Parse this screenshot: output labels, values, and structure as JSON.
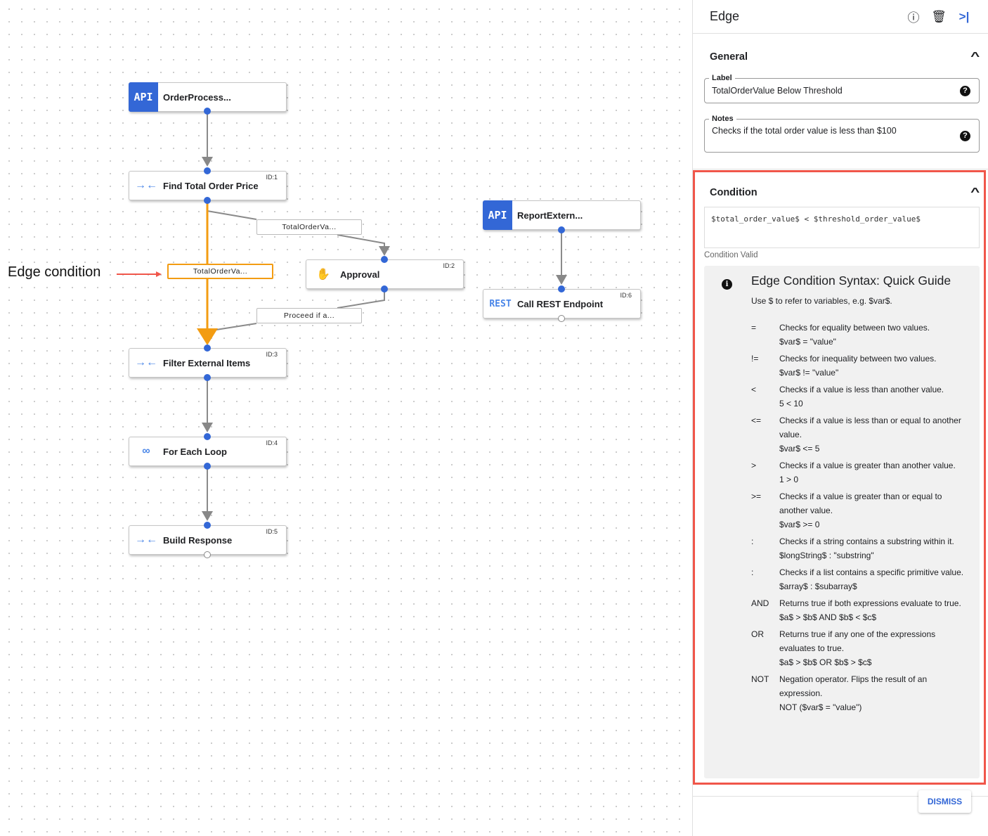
{
  "annotation": "Edge condition",
  "nodes": {
    "order": {
      "badge": "API",
      "title": "OrderProcess..."
    },
    "find": {
      "title": "Find Total Order Price",
      "id": "ID:1"
    },
    "approval": {
      "title": "Approval",
      "id": "ID:2"
    },
    "filter": {
      "title": "Filter External Items",
      "id": "ID:3"
    },
    "loop": {
      "title": "For Each Loop",
      "id": "ID:4"
    },
    "build": {
      "title": "Build Response",
      "id": "ID:5"
    },
    "report": {
      "badge": "API",
      "title": "ReportExtern..."
    },
    "rest": {
      "badge": "REST",
      "title": "Call REST Endpoint",
      "id": "ID:6"
    }
  },
  "edge_labels": {
    "to_approval": "TotalOrderVa...",
    "selected": "TotalOrderVa...",
    "proceed": "Proceed if a..."
  },
  "colors": {
    "accent": "#3367d6",
    "selected_edge": "#f39c12",
    "highlight": "#f0564a"
  },
  "panel": {
    "title": "Edge",
    "general": {
      "heading": "General",
      "label_legend": "Label",
      "label_value": "TotalOrderValue Below Threshold",
      "notes_legend": "Notes",
      "notes_value": "Checks if the total order value is less than $100"
    },
    "condition": {
      "heading": "Condition",
      "expression": "$total_order_value$ < $threshold_order_value$",
      "status": "Condition Valid"
    },
    "guide": {
      "title": "Edge Condition Syntax: Quick Guide",
      "intro": "Use $ to refer to variables, e.g. $var$.",
      "rows": [
        {
          "op": "=",
          "desc": "Checks for equality between two values.",
          "example": "$var$ = \"value\""
        },
        {
          "op": "!=",
          "desc": "Checks for inequality between two values.",
          "example": "$var$ != \"value\""
        },
        {
          "op": "<",
          "desc": "Checks if a value is less than another value.",
          "example": "5 < 10"
        },
        {
          "op": "<=",
          "desc": "Checks if a value is less than or equal to another value.",
          "example": "$var$ <= 5"
        },
        {
          "op": ">",
          "desc": "Checks if a value is greater than another value.",
          "example": "1 > 0"
        },
        {
          "op": ">=",
          "desc": "Checks if a value is greater than or equal to another value.",
          "example": "$var$ >= 0"
        },
        {
          "op": ":",
          "desc": "Checks if a string contains a substring within it.",
          "example": "$longString$ : \"substring\""
        },
        {
          "op": ":",
          "desc": "Checks if a list contains a specific primitive value.",
          "example": "$array$ : $subarray$"
        },
        {
          "op": "AND",
          "desc": "Returns true if both expressions evaluate to true.",
          "example": "$a$ > $b$ AND $b$ < $c$"
        },
        {
          "op": "OR",
          "desc": "Returns true if any one of the expressions evaluates to true.",
          "example": "$a$ > $b$ OR $b$ > $c$"
        },
        {
          "op": "NOT",
          "desc": "Negation operator. Flips the result of an expression.",
          "example": "NOT ($var$ = \"value\")"
        }
      ]
    },
    "dismiss": "DISMISS"
  }
}
